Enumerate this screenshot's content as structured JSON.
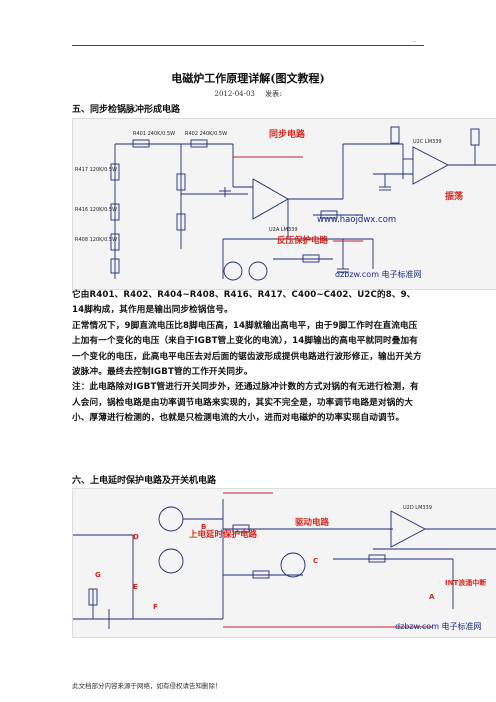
{
  "header": {
    "dots": ".."
  },
  "document": {
    "title": "电磁炉工作原理详解(图文教程)",
    "date": "2012-04-03",
    "author_label": "发表:"
  },
  "section5": {
    "heading": "五、同步检锅脉冲形成电路",
    "diagram_labels": {
      "sync": "同步电路",
      "anti_surge": "反压保护电路",
      "oscillate": "振荡",
      "site": "www.haojdwx.com",
      "watermark": "dzbzw.com 电子标准网",
      "ic_u2a": "U2A LM339",
      "ic_u2c": "U2C LM339",
      "r401": "R401 240K/0.5W",
      "r402": "R402 240K/0.5W",
      "r417": "R417 120K/0.5W",
      "r416": "R416 120K/0.5W",
      "r408": "R408 120K/0.5W"
    },
    "paragraphs": [
      "它由R401、R402、R404~R408、R416、R417、C400~C402、U2C的8、9、14脚构成，其作用是输出同步检锅信号。",
      "正常情况下，9脚直流电压比8脚电压高，14脚就输出高电平，由于9脚工作时在直流电压上加有一个变化的电压（来自于IGBT管上变化的电流），14脚输出的高电平就同时叠加有一个变化的电压，此高电平电压去对后面的锯齿波形成提供电路进行波形修正，输出开关方波脉冲。最终去控制IGBT管的工作开关同步。",
      "注：此电路除对IGBT管进行开关同步外，还通过脉冲计数的方式对锅的有无进行检测，有人会问，锅检电路是由功率调节电路来实现的，其实不完全是，功率调节电路是对锅的大小、厚薄进行检测的，也就是只检测电流的大小，进而对电磁炉的功率实现自动调节。"
    ]
  },
  "section6": {
    "heading": "六、上电延时保护电路及开关机电路",
    "diagram_labels": {
      "delay": "上电延时保护电路",
      "drive": "驱动电路",
      "int": "INT浪涌中断",
      "ic_u2d": "U2D LM339",
      "watermark": "dzbzw.com 电子标准网",
      "node_a": "A",
      "node_b": "B",
      "node_c": "C",
      "node_d": "D",
      "node_e": "E",
      "node_f": "F",
      "node_g": "G"
    }
  },
  "footer": {
    "text": "此文档部分内容来源于网络，如有侵权请告知删除！"
  }
}
